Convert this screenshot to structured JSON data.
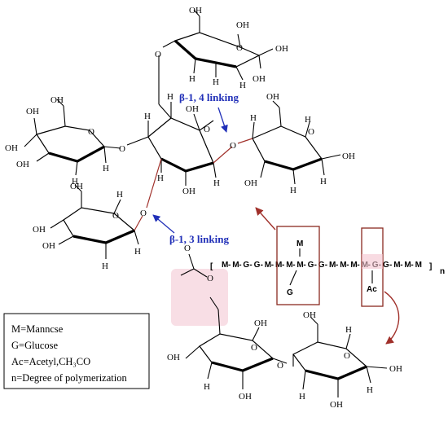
{
  "atoms": {
    "OH": "OH",
    "O": "O",
    "H": "H"
  },
  "linkages": {
    "beta14": "β-1, 4 linking",
    "beta13": "β-1, 3 linking"
  },
  "chain": {
    "bracket_open": "[",
    "bracket_close": "]",
    "subscript": "n",
    "units": [
      "M",
      "M",
      "G",
      "G",
      "M",
      "M",
      "M",
      "M",
      "G",
      "G",
      "M",
      "M",
      "M",
      "M",
      "G",
      "G",
      "M",
      "M",
      "M"
    ],
    "branch_top": "M",
    "branch_bottom": "G",
    "acetyl_label": "Ac"
  },
  "legend": {
    "lines": [
      "M=Manncse",
      "G=Glucose",
      "Ac=Acetyl,CH₃CO",
      "n=Degree of polymerization"
    ]
  },
  "colors": {
    "link_label": "#2130b8",
    "linkage_bond": "#a0302a",
    "highlight": "#f3c3cf",
    "box_border": "#8a2a20"
  }
}
